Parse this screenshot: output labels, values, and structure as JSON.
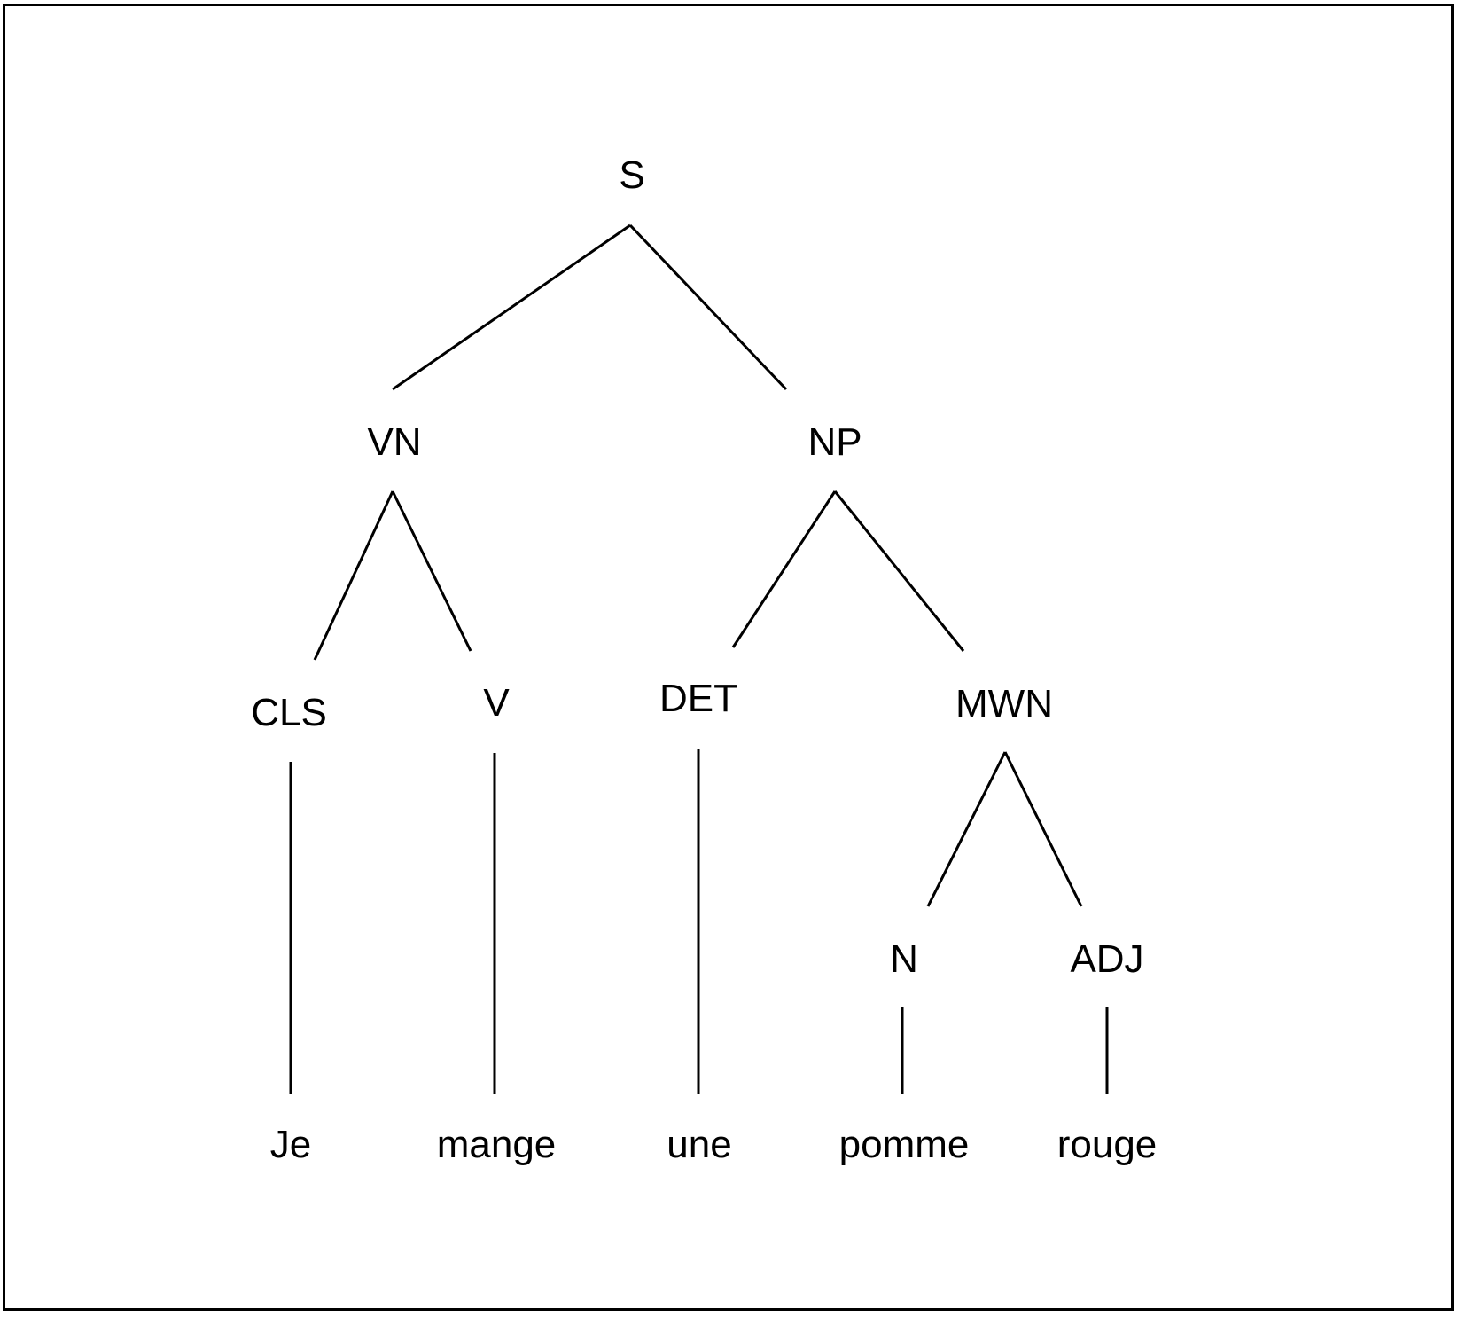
{
  "tree": {
    "colors": {
      "stroke": "#000000",
      "text": "#000000",
      "background": "#ffffff"
    },
    "nodes": [
      {
        "id": "S",
        "label": "S"
      },
      {
        "id": "VN",
        "label": "VN"
      },
      {
        "id": "NP",
        "label": "NP"
      },
      {
        "id": "CLS",
        "label": "CLS"
      },
      {
        "id": "V",
        "label": "V"
      },
      {
        "id": "DET",
        "label": "DET"
      },
      {
        "id": "MWN",
        "label": "MWN"
      },
      {
        "id": "N",
        "label": "N"
      },
      {
        "id": "ADJ",
        "label": "ADJ"
      },
      {
        "id": "je",
        "label": "Je"
      },
      {
        "id": "mange",
        "label": "mange"
      },
      {
        "id": "une",
        "label": "une"
      },
      {
        "id": "pomme",
        "label": "pomme"
      },
      {
        "id": "rouge",
        "label": "rouge"
      }
    ],
    "edges": [
      {
        "from": "S",
        "to": "VN"
      },
      {
        "from": "S",
        "to": "NP"
      },
      {
        "from": "VN",
        "to": "CLS"
      },
      {
        "from": "VN",
        "to": "V"
      },
      {
        "from": "NP",
        "to": "DET"
      },
      {
        "from": "NP",
        "to": "MWN"
      },
      {
        "from": "MWN",
        "to": "N"
      },
      {
        "from": "MWN",
        "to": "ADJ"
      },
      {
        "from": "CLS",
        "to": "je"
      },
      {
        "from": "V",
        "to": "mange"
      },
      {
        "from": "DET",
        "to": "une"
      },
      {
        "from": "N",
        "to": "pomme"
      },
      {
        "from": "ADJ",
        "to": "rouge"
      }
    ]
  }
}
